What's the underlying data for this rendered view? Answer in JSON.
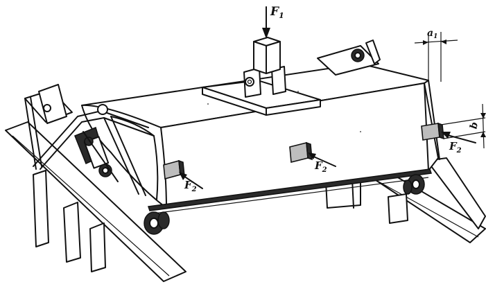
{
  "labels": {
    "f1": "F",
    "f1_sub": "1",
    "f2": "F",
    "f2_sub": "2",
    "a1": "a",
    "a1_sub": "1",
    "b": "b"
  },
  "colors": {
    "ink": "#111111",
    "paper": "#ffffff",
    "shade": "#bdbdbd"
  }
}
